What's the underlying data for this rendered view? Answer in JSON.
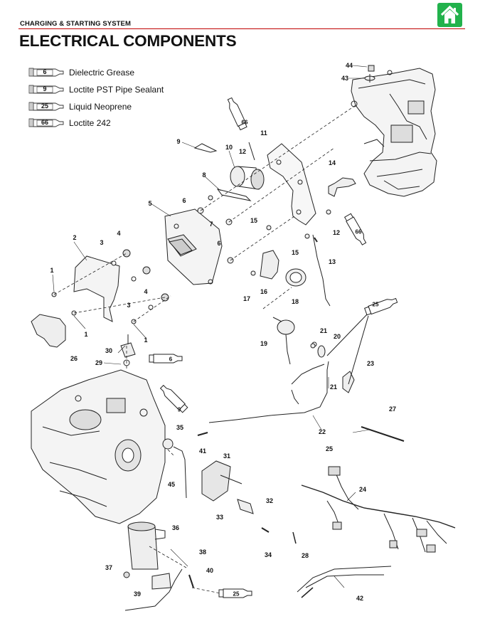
{
  "header": {
    "section_title": "CHARGING & STARTING SYSTEM",
    "page_title": "ELECTRICAL COMPONENTS",
    "home_icon": "home-icon",
    "accent_color": "#c00000",
    "home_color": "#22b24c"
  },
  "legend": {
    "items": [
      {
        "number": "6",
        "label": "Dielectric Grease"
      },
      {
        "number": "9",
        "label": "Loctite PST Pipe Sealant"
      },
      {
        "number": "25",
        "label": "Liquid Neoprene"
      },
      {
        "number": "66",
        "label": "Loctite 242"
      }
    ]
  },
  "tube_refs": {
    "t66a": "66",
    "t66b": "66",
    "t6": "6",
    "t25a": "25",
    "t9": "9",
    "t25b": "25"
  },
  "callouts": {
    "c44": "44",
    "c43": "43",
    "c9": "9",
    "c10": "10",
    "c12a": "12",
    "c11": "11",
    "c14": "14",
    "c8": "8",
    "c5": "5",
    "c6a": "6",
    "c7": "7",
    "c15a": "15",
    "c12b": "12",
    "c2": "2",
    "c4a": "4",
    "c3a": "3",
    "c6b": "6",
    "c15b": "15",
    "c13": "13",
    "c1a": "1",
    "c4b": "4",
    "c17": "17",
    "c16": "16",
    "c18": "18",
    "c3b": "3",
    "c1b": "1",
    "c1c": "1",
    "c26": "26",
    "c30": "30",
    "c29": "29",
    "c21a": "21",
    "c20": "20",
    "c19": "19",
    "c23": "23",
    "c21b": "21",
    "c22": "22",
    "c27": "27",
    "c35": "35",
    "c41": "41",
    "c31": "31",
    "c25": "25",
    "c24": "24",
    "c45": "45",
    "c32": "32",
    "c33": "33",
    "c36": "36",
    "c34": "34",
    "c28": "28",
    "c38": "38",
    "c37": "37",
    "c40": "40",
    "c39": "39",
    "c42": "42"
  }
}
